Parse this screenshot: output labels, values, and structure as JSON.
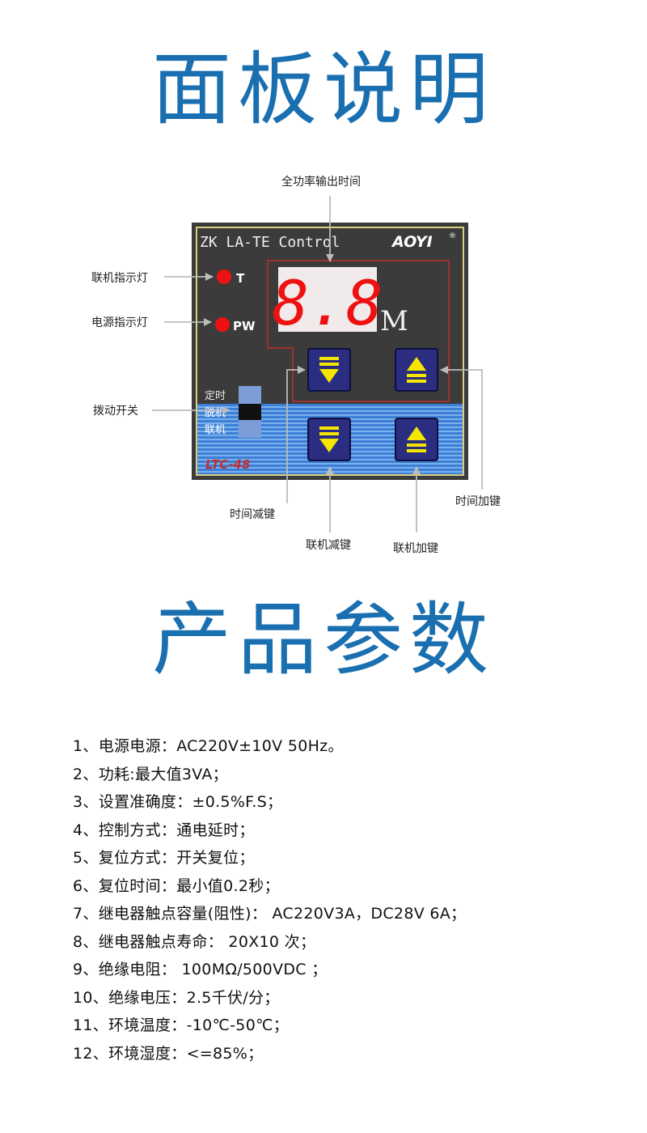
{
  "section_titles": {
    "panel": "面板说明",
    "params": "产品参数"
  },
  "panel": {
    "model_text": "ZK LA-TE Control",
    "brand": "AOYI",
    "brand_mark": "®",
    "display_value": "8.8",
    "display_unit": "M",
    "model_tag": "LTC-48",
    "indicator_t": "T",
    "indicator_pw": "PW",
    "switch_labels": [
      "定时",
      "脱机",
      "联机"
    ],
    "colors": {
      "panel": "#3b3b3b",
      "border": "#d8d080",
      "led": "#ee1111",
      "display_bg": "#f0eaea",
      "button_bg": "#2a2d80",
      "arrow": "#f5e600",
      "stripe": "#3d7fd6"
    }
  },
  "callouts": {
    "full_power": "全功率输出时间",
    "link_led": "联机指示灯",
    "power_led": "电源指示灯",
    "toggle_switch": "拨动开关",
    "time_down": "时间减键",
    "link_down": "联机减键",
    "link_up": "联机加键",
    "time_up": "时间加键"
  },
  "specs": [
    "1、电源电源：AC220V±10V 50Hz。",
    "2、功耗:最大值3VA；",
    "3、设置准确度：±0.5%F.S；",
    "4、控制方式：通电延时；",
    "5、复位方式：开关复位；",
    "6、复位时间：最小值0.2秒；",
    "7、继电器触点容量(阻性)： AC220V3A，DC28V 6A；",
    "8、继电器触点寿命： 20X10 次；",
    "9、绝缘电阻： 100MΩ/500VDC ；",
    "10、绝缘电压：2.5千伏/分；",
    "11、环境温度：-10℃-50℃；",
    "12、环境湿度：<=85%；"
  ]
}
